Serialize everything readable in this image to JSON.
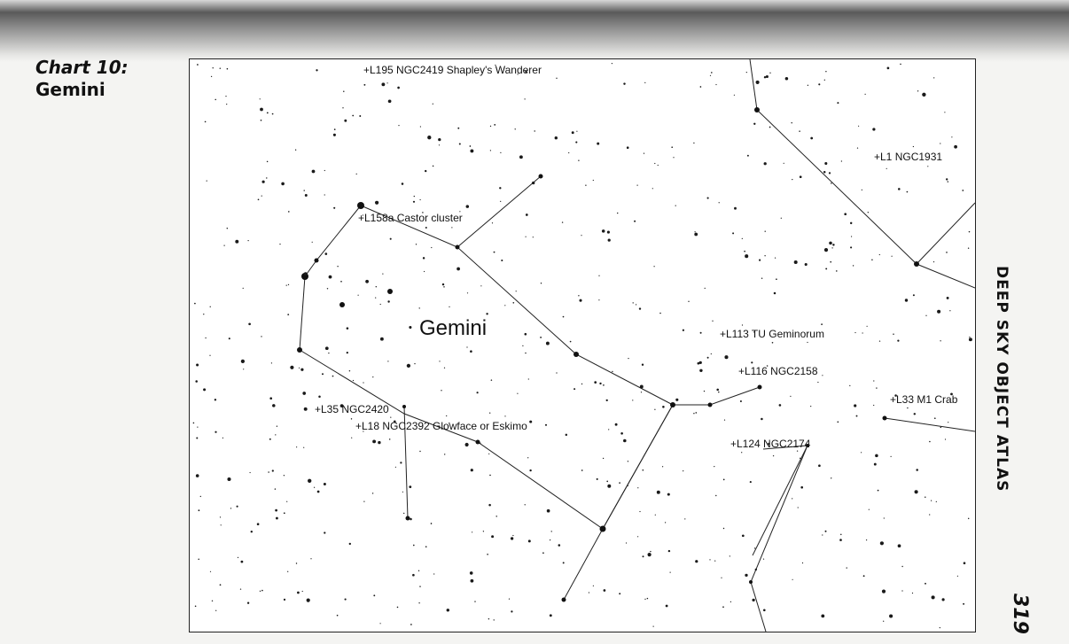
{
  "heading": {
    "chart_number": "Chart 10:",
    "chart_name": "Gemini"
  },
  "side_title": "DEEP SKY OBJECT ATLAS",
  "page_number": "319",
  "map": {
    "constellation": "Gemini",
    "objects": [
      {
        "id": "l195",
        "label": "+L195 NGC2419 Shapley's Wanderer"
      },
      {
        "id": "l1",
        "label": "+L1 NGC1931"
      },
      {
        "id": "l158a",
        "label": "+L158a Castor cluster"
      },
      {
        "id": "l113",
        "label": "+L113 TU Geminorum"
      },
      {
        "id": "l116",
        "label": "+L116 NGC2158"
      },
      {
        "id": "l33",
        "label": "+L33 M1 Crab"
      },
      {
        "id": "l35",
        "label": "+L35 NGC2420"
      },
      {
        "id": "l18",
        "label": "+L18 NGC2392 Glowface or Eskimo"
      },
      {
        "id": "l124",
        "label": "+L124 NGC2174"
      }
    ]
  }
}
